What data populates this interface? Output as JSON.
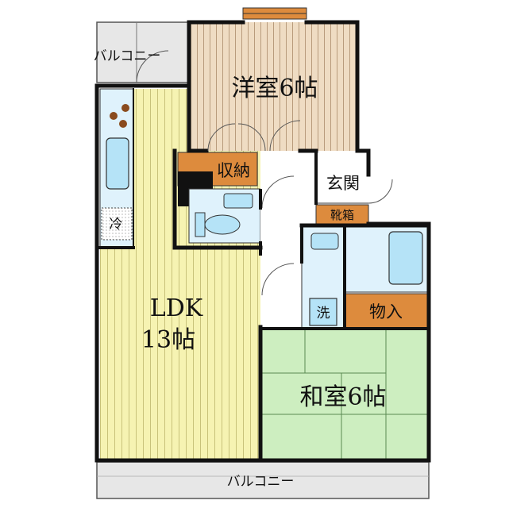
{
  "rooms": {
    "western": {
      "label": "洋室6帖"
    },
    "ldk": {
      "label_line1": "LDK",
      "label_line2": "13帖"
    },
    "japanese": {
      "label": "和室6帖"
    },
    "storage": {
      "label": "収納"
    },
    "entrance": {
      "label": "玄関"
    },
    "shoe_box": {
      "label": "靴箱"
    },
    "closet": {
      "label": "物入"
    },
    "washer": {
      "label": "洗"
    },
    "fridge": {
      "label": "冷"
    }
  },
  "balconies": {
    "top": {
      "label": "バルコニー"
    },
    "bottom": {
      "label": "バルコニー"
    }
  },
  "colors": {
    "western_floor": "#efdcc3",
    "ldk_floor": "#f6f3b2",
    "tatami": "#cdeec0",
    "storage": "#dd8b3d",
    "wet_area": "#dff2fc",
    "fixture": "#b5e3f7",
    "balcony": "#e7e7e7",
    "wall": "#111111"
  }
}
